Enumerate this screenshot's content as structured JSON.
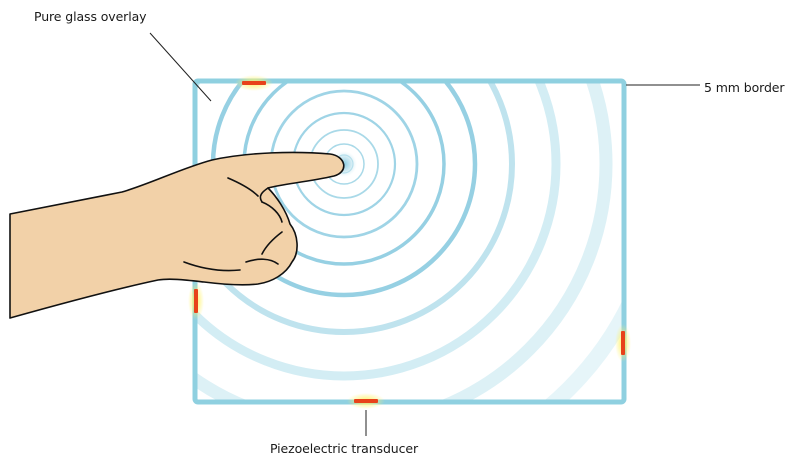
{
  "labels": {
    "glass_overlay": "Pure glass overlay",
    "border": "5 mm border",
    "transducer": "Piezoelectric transducer"
  },
  "colors": {
    "frame": "#8fd0e0",
    "ripple": "#8fd0e0",
    "transducer_glow": "#ffe14d",
    "transducer_core": "#e8421a",
    "skin": "#f2d1a8",
    "outline": "#111111",
    "leader_line": "#222222"
  },
  "icons": {
    "hand": "pointing-hand-icon"
  }
}
